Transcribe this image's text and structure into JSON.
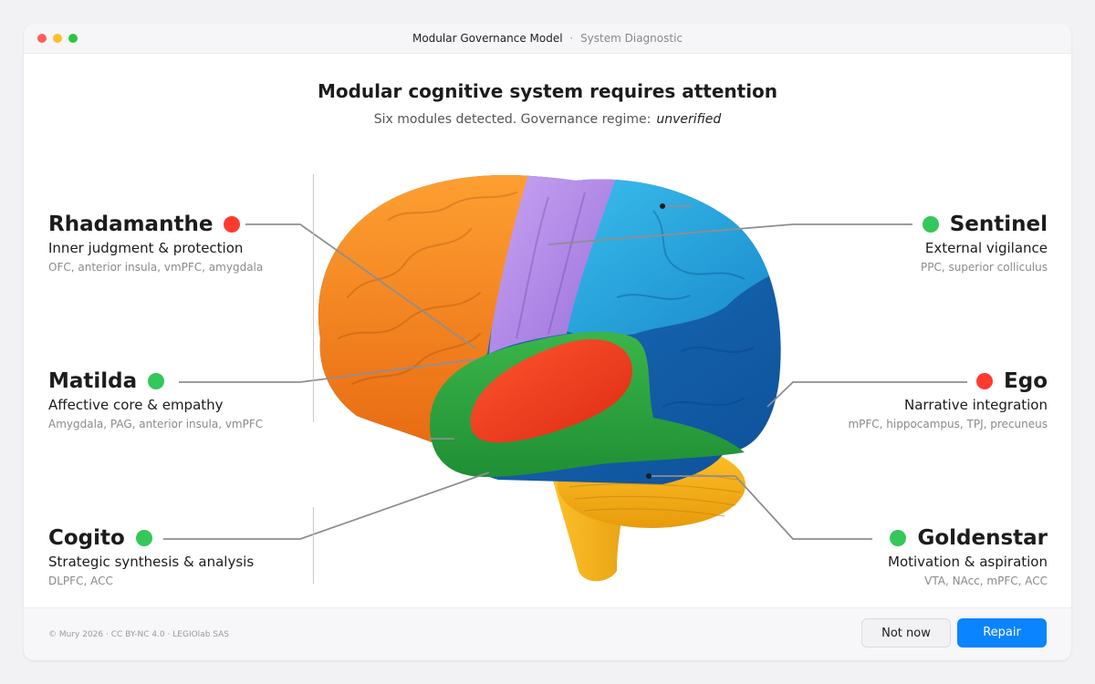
{
  "window": {
    "title": "Modular Governance Model",
    "separator": "·",
    "subtitle": "System Diagnostic"
  },
  "header": {
    "title": "Modular cognitive system requires attention",
    "subtitle_prefix": "Six modules detected. Governance regime:",
    "regime": "unverified"
  },
  "colors": {
    "status_ok": "#34c759",
    "status_alert": "#ff3b30",
    "accent": "#0a84ff"
  },
  "modules": {
    "rhadamanthe": {
      "name": "Rhadamanthe",
      "role": "Inner judgment & protection",
      "areas": "OFC, anterior insula, vmPFC, amygdala",
      "status": "alert"
    },
    "matilda": {
      "name": "Matilda",
      "role": "Affective core & empathy",
      "areas": "Amygdala, PAG, anterior insula, vmPFC",
      "status": "ok"
    },
    "cogito": {
      "name": "Cogito",
      "role": "Strategic synthesis & analysis",
      "areas": "DLPFC, ACC",
      "status": "ok"
    },
    "sentinel": {
      "name": "Sentinel",
      "role": "External vigilance",
      "areas": "PPC, superior colliculus",
      "status": "ok"
    },
    "ego": {
      "name": "Ego",
      "role": "Narrative integration",
      "areas": "mPFC, hippocampus, TPJ, precuneus",
      "status": "alert"
    },
    "goldenstar": {
      "name": "Goldenstar",
      "role": "Motivation & aspiration",
      "areas": "VTA, NAcc, mPFC, ACC",
      "status": "ok"
    }
  },
  "footer": {
    "copyright": "© Mury 2026 · CC BY-NC 4.0 · LEGIOlab SAS",
    "not_now_label": "Not now",
    "repair_label": "Repair"
  }
}
